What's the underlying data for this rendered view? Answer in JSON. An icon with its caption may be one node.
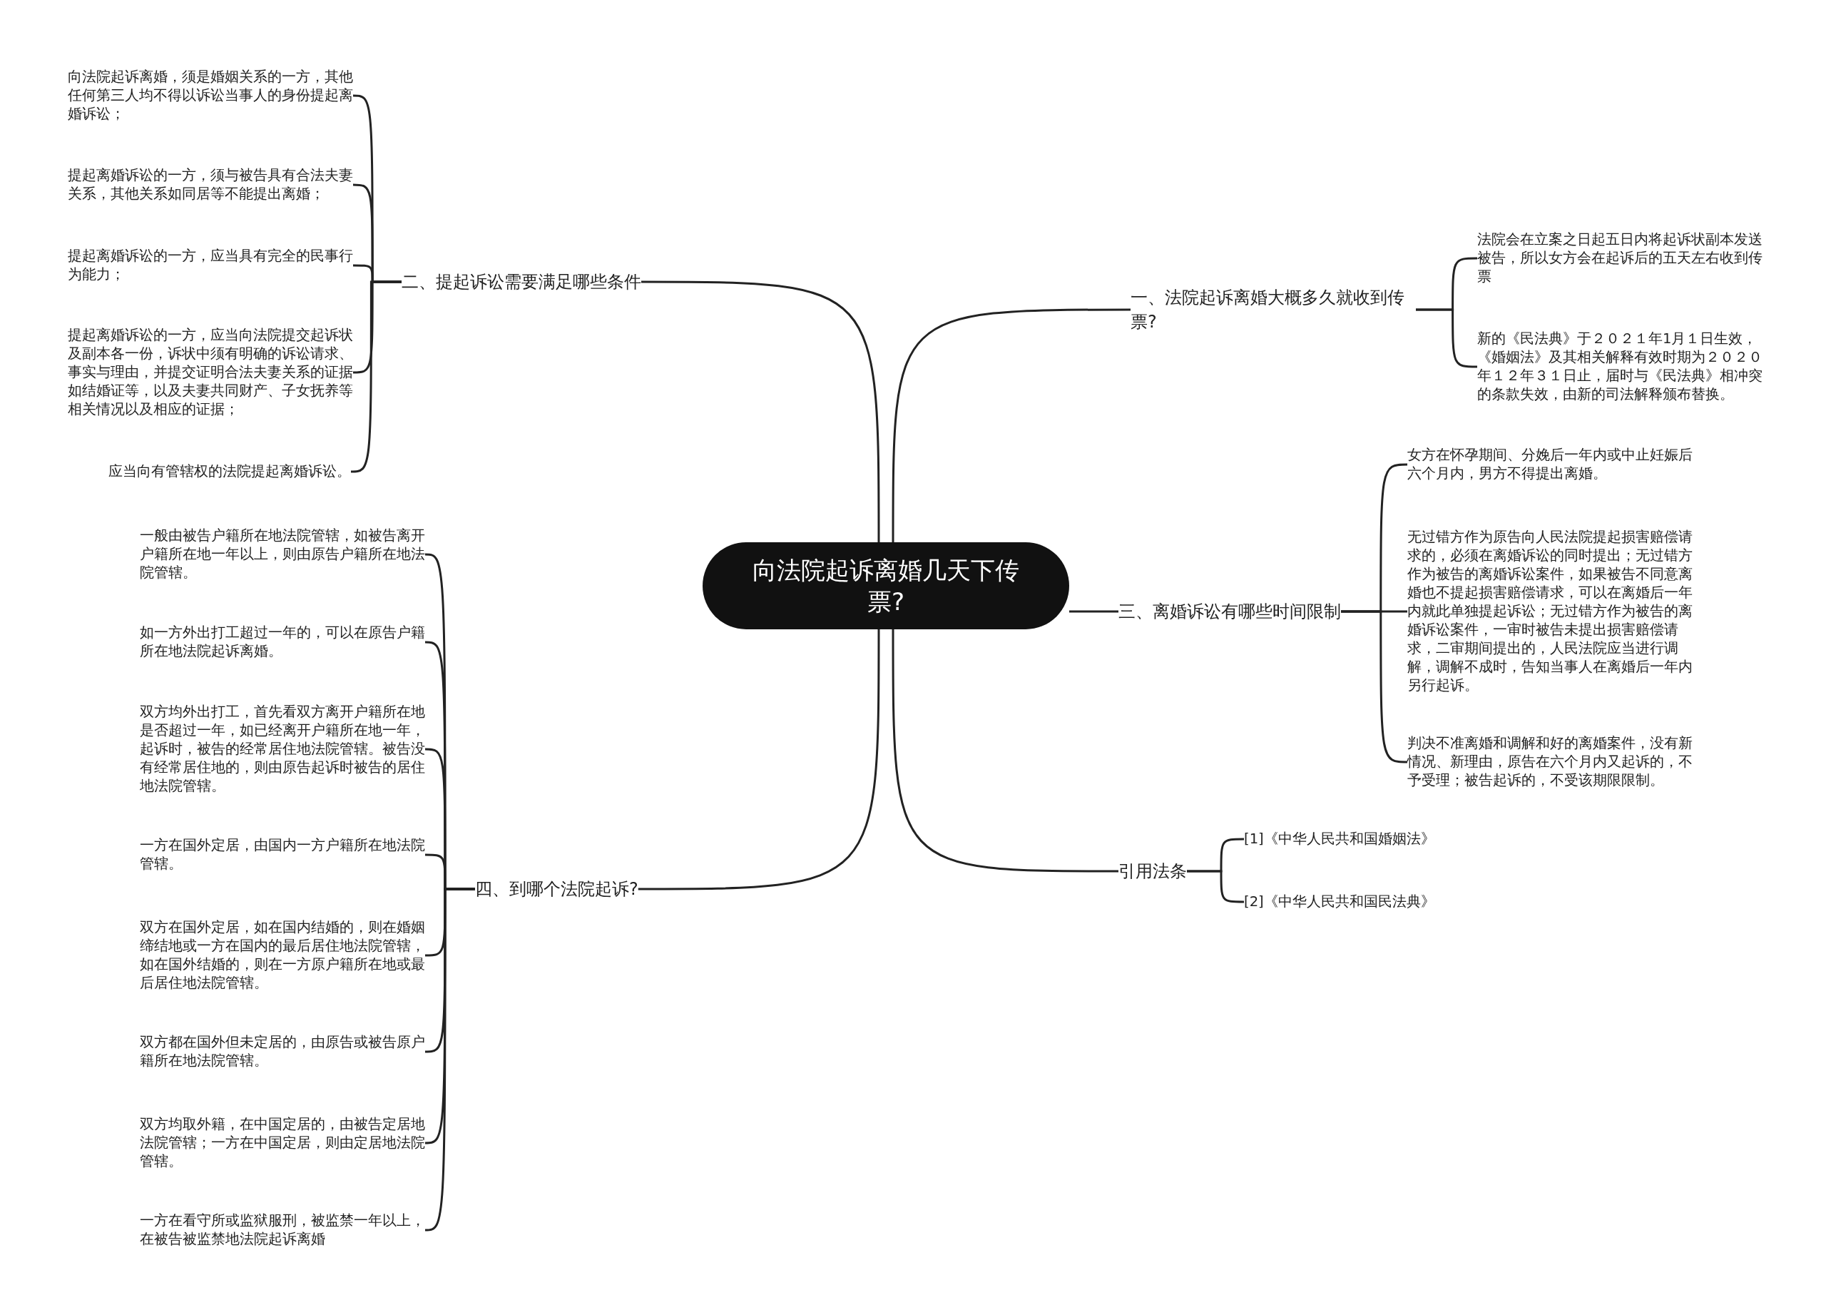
{
  "diagram": {
    "nodes": [
      {
        "text": [
          "向法院起诉离婚几天下传票?"
        ]
      },
      {
        "text": [
          "二、提起诉讼需要满足哪些条件"
        ]
      },
      {
        "text": [
          "向法院起诉离婚，须是婚姻关系的一方，其他任何第三人均不得以诉讼当事人的身份提起离婚诉讼；"
        ]
      },
      {
        "text": [
          "提起离婚诉讼的一方，须与被告具有合法夫妻关系，其他关系如同居等不能提出离婚；"
        ]
      },
      {
        "text": [
          "提起离婚诉讼的一方，应当具有完全的民事行为能力；"
        ]
      },
      {
        "text": [
          "提起离婚诉讼的一方，应当向法院提交起诉状及副本各一份，诉状中须有明确的诉讼请求、事实与理由，并提交证明合法夫妻关系的证据如结婚证等，以及夫妻共同财产、子女抚养等相关情况以及相应的证据；"
        ]
      },
      {
        "text": [
          "应当向有管辖权的法院提起离婚诉讼。"
        ]
      },
      {
        "text": [
          "四、到哪个法院起诉?"
        ]
      },
      {
        "text": [
          "一般由被告户籍所在地法院管辖，如被告离开户籍所在地一年以上，则由原告户籍所在地法院管辖。"
        ]
      },
      {
        "text": [
          "如一方外出打工超过一年的，可以在原告户籍所在地法院起诉离婚。"
        ]
      },
      {
        "text": [
          "双方均外出打工，首先看双方离开户籍所在地是否超过一年，如已经离开户籍所在地一年，起诉时，被告的经常居住地法院管辖。被告没有经常居住地的，则由原告起诉时被告的居住地法院管辖。"
        ]
      },
      {
        "text": [
          "一方在国外定居，由国内一方户籍所在地法院管辖。"
        ]
      },
      {
        "text": [
          "双方在国外定居，如在国内结婚的，则在婚姻缔结地或一方在国内的最后居住地法院管辖，如在国外结婚的，则在一方原户籍所在地或最后居住地法院管辖。"
        ]
      },
      {
        "text": [
          "双方都在国外但未定居的，由原告或被告原户籍所在地法院管辖。"
        ]
      },
      {
        "text": [
          "双方均取外籍，在中国定居的，由被告定居地法院管辖；一方在中国定居，则由定居地法院管辖。"
        ]
      },
      {
        "text": [
          "一方在看守所或监狱服刑，被监禁一年以上，在被告被监禁地法院起诉离婚"
        ]
      },
      {
        "text": [
          "一、法院起诉离婚大概多久就收到传票?"
        ]
      },
      {
        "text": [
          "法院会在立案之日起五日内将起诉状副本发送被告，所以女方会在起诉后的五天左右收到传票"
        ]
      },
      {
        "text": [
          "新的《民法典》于２０２１年1月１日生效，《婚姻法》及其相关解释有效时期为２０２０年１２年３１日止，届时与《民法典》相冲突的条款失效，由新的司法解释颁布替换。"
        ]
      },
      {
        "text": [
          "三、离婚诉讼有哪些时间限制"
        ]
      },
      {
        "text": [
          "女方在怀孕期间、分娩后一年内或中止妊娠后六个月内，男方不得提出离婚。"
        ]
      },
      {
        "text": [
          "无过错方作为原告向人民法院提起损害赔偿请求的，必须在离婚诉讼的同时提出；无过错方作为被告的离婚诉讼案件，如果被告不同意离婚也不提起损害赔偿请求，可以在离婚后一年内就此单独提起诉讼；无过错方作为被告的离婚诉讼案件，一审时被告未提出损害赔偿请求，二审期间提出的，人民法院应当进行调解，调解不成时，告知当事人在离婚后一年内另行起诉。"
        ]
      },
      {
        "text": [
          "判决不准离婚和调解和好的离婚案件，没有新情况、新理由，原告在六个月内又起诉的，不予受理；被告起诉的，不受该期限限制。"
        ]
      },
      {
        "text": [
          "引用法条"
        ]
      },
      {
        "text": [
          "[1]《中华人民共和国婚姻法》"
        ]
      },
      {
        "text": [
          "[2]《中华人民共和国民法典》"
        ]
      }
    ],
    "edges": [
      {
        "from": 0,
        "to": 1,
        "arrow": "none"
      },
      {
        "from": 1,
        "to": 2,
        "arrow": "none"
      },
      {
        "from": 1,
        "to": 3,
        "arrow": "none"
      },
      {
        "from": 1,
        "to": 4,
        "arrow": "none"
      },
      {
        "from": 1,
        "to": 5,
        "arrow": "none"
      },
      {
        "from": 1,
        "to": 6,
        "arrow": "none"
      },
      {
        "from": 0,
        "to": 7,
        "arrow": "none"
      },
      {
        "from": 7,
        "to": 8,
        "arrow": "none"
      },
      {
        "from": 7,
        "to": 9,
        "arrow": "none"
      },
      {
        "from": 7,
        "to": 10,
        "arrow": "none"
      },
      {
        "from": 7,
        "to": 11,
        "arrow": "none"
      },
      {
        "from": 7,
        "to": 12,
        "arrow": "none"
      },
      {
        "from": 7,
        "to": 13,
        "arrow": "none"
      },
      {
        "from": 7,
        "to": 14,
        "arrow": "none"
      },
      {
        "from": 7,
        "to": 15,
        "arrow": "none"
      },
      {
        "from": 0,
        "to": 16,
        "arrow": "none"
      },
      {
        "from": 16,
        "to": 17,
        "arrow": "none"
      },
      {
        "from": 16,
        "to": 18,
        "arrow": "none"
      },
      {
        "from": 0,
        "to": 19,
        "arrow": "none"
      },
      {
        "from": 19,
        "to": 20,
        "arrow": "none"
      },
      {
        "from": 19,
        "to": 21,
        "arrow": "none"
      },
      {
        "from": 19,
        "to": 22,
        "arrow": "none"
      },
      {
        "from": 0,
        "to": 23,
        "arrow": "none"
      },
      {
        "from": 23,
        "to": 24,
        "arrow": "none"
      },
      {
        "from": 23,
        "to": 25,
        "arrow": "none"
      }
    ]
  }
}
